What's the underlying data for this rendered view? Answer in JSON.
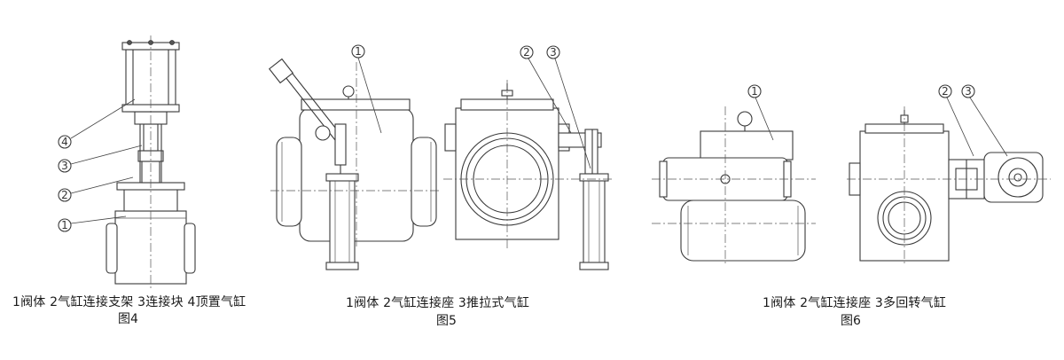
{
  "figures": [
    {
      "id": "fig4",
      "caption": "1阀体   2气缸连接支架   3连接块   4顶置气缸",
      "title": "图4",
      "callouts": [
        "4",
        "3",
        "2",
        "1"
      ]
    },
    {
      "id": "fig5",
      "caption": "1阀体   2气缸连接座   3推拉式气缸",
      "title": "图5",
      "callouts": [
        "1",
        "2",
        "3"
      ]
    },
    {
      "id": "fig6",
      "caption": "1阀体   2气缸连接座   3多回转气缸",
      "title": "图6",
      "callouts": [
        "1",
        "2",
        "3"
      ]
    }
  ]
}
